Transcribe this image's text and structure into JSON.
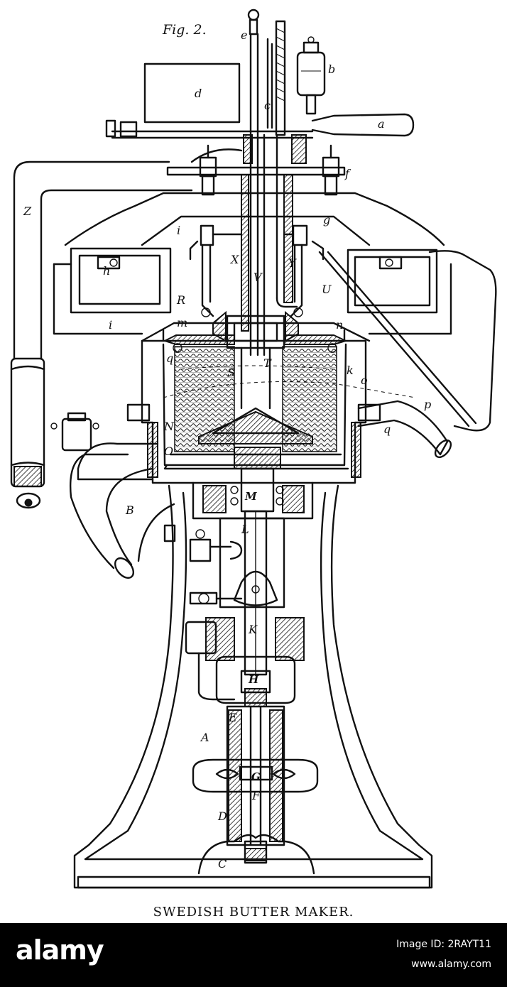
{
  "figure": {
    "fig_label": "Fig. 2.",
    "caption": "SWEDISH BUTTER MAKER.",
    "part_labels": {
      "a": "a",
      "b": "b",
      "c": "c",
      "d": "d",
      "e": "e",
      "f": "f",
      "g": "g",
      "h": "h",
      "i_upper": "i",
      "i_lower": "i",
      "k": "k",
      "m": "m",
      "n": "n",
      "o": "o",
      "p": "p",
      "q_left": "q",
      "q_right": "q",
      "R": "R",
      "S": "S",
      "T": "T",
      "U": "U",
      "V": "V",
      "X": "X",
      "Y": "Y",
      "Z": "Z",
      "N": "N",
      "O": "O",
      "B": "B",
      "L": "L",
      "K": "K",
      "H": "H",
      "E": "E",
      "A": "A",
      "G": "G",
      "F": "F",
      "D": "D",
      "C": "C",
      "M": "M"
    }
  },
  "footer": {
    "brand": "alamy",
    "image_id": "Image ID: 2RAYT11",
    "site": "www.alamy.com",
    "background": "#000000",
    "text_color": "#ffffff"
  }
}
